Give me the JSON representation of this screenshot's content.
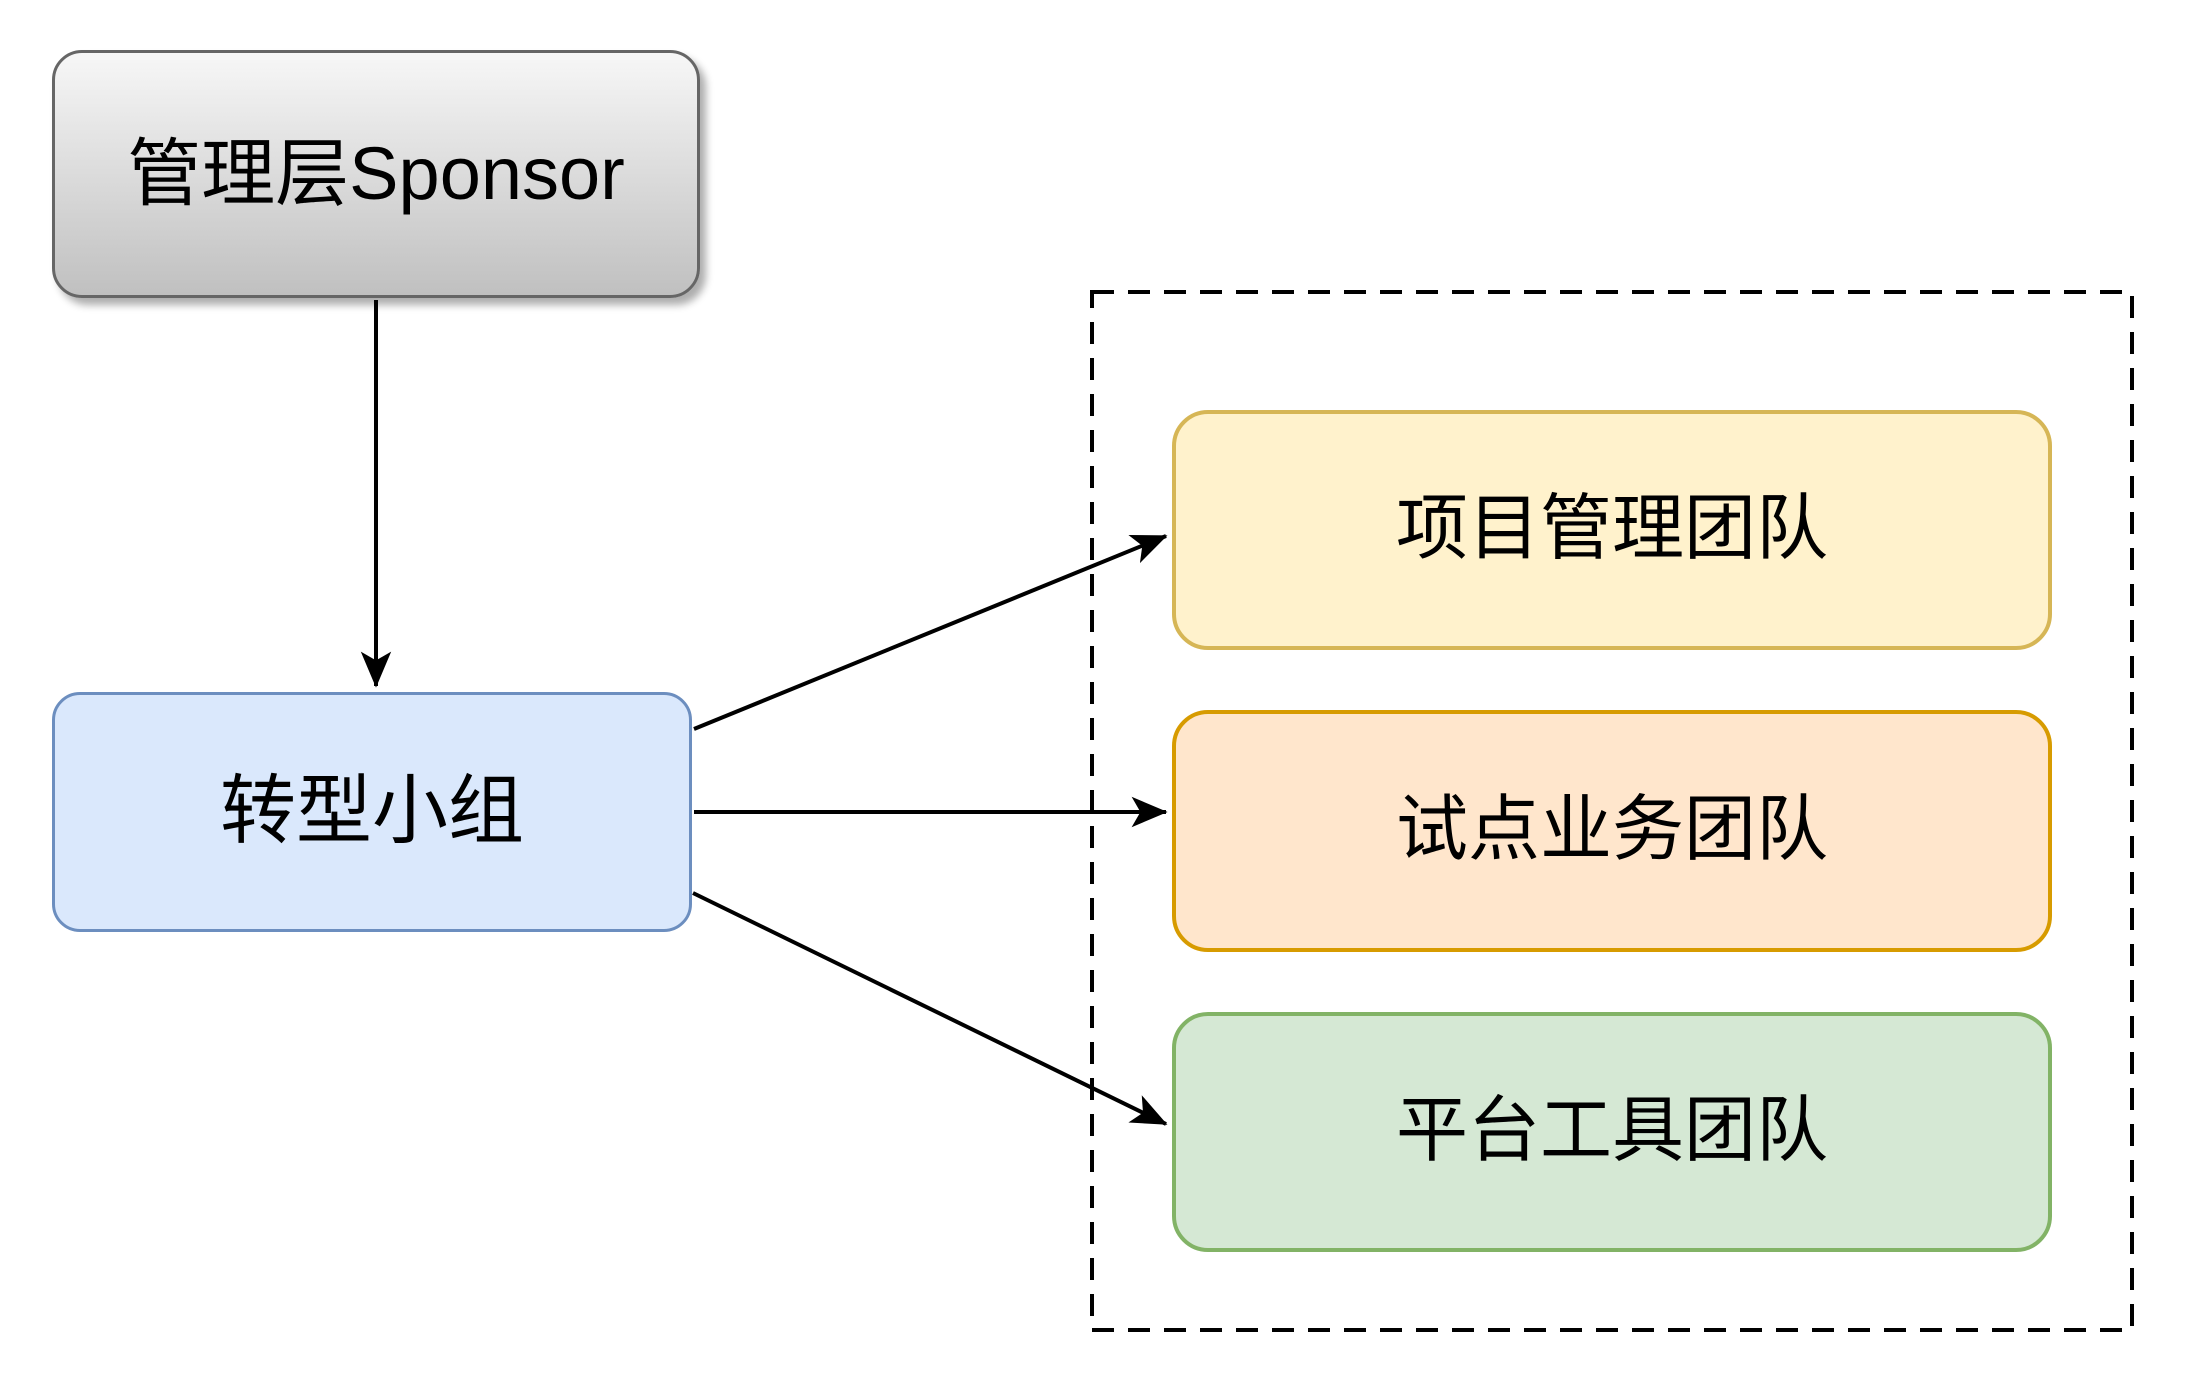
{
  "diagram": {
    "background_color": "#FFFFFF",
    "edge_style": {
      "color": "#000000"
    },
    "group_container": {
      "border_color": "#000000",
      "border_style": "dashed"
    },
    "nodes": {
      "sponsor": {
        "label": "管理层Sponsor",
        "fill_top": "#F7F7F7",
        "fill_bottom": "#C0C0C0",
        "border": "#666666"
      },
      "transform_team": {
        "label": "转型小组",
        "fill": "#DAE8FC",
        "border": "#6C8EBF"
      },
      "project_mgmt_team": {
        "label": "项目管理团队",
        "fill": "#FFF2CC",
        "border": "#D6B656"
      },
      "pilot_business_team": {
        "label": "试点业务团队",
        "fill": "#FFE6CC",
        "border": "#D79B00"
      },
      "platform_tools_team": {
        "label": "平台工具团队",
        "fill": "#D5E8D4",
        "border": "#82B366"
      }
    },
    "edges": [
      {
        "from": "管理层Sponsor",
        "to": "转型小组"
      },
      {
        "from": "转型小组",
        "to": "项目管理团队"
      },
      {
        "from": "转型小组",
        "to": "试点业务团队"
      },
      {
        "from": "转型小组",
        "to": "平台工具团队"
      }
    ]
  }
}
